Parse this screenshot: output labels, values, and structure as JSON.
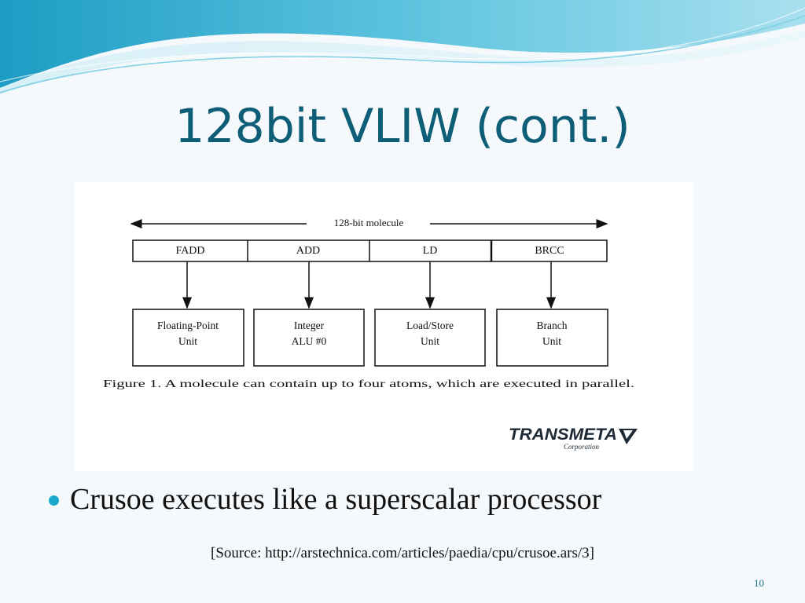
{
  "slide": {
    "title": "128bit VLIW (cont.)",
    "page_number": "10"
  },
  "figure": {
    "molecule_label": "128-bit molecule",
    "atoms": [
      "FADD",
      "ADD",
      "LD",
      "BRCC"
    ],
    "units": [
      {
        "line1": "Floating-Point",
        "line2": "Unit"
      },
      {
        "line1": "Integer",
        "line2": "ALU #0"
      },
      {
        "line1": "Load/Store",
        "line2": "Unit"
      },
      {
        "line1": "Branch",
        "line2": "Unit"
      }
    ],
    "caption": "Figure 1.  A molecule can contain up to four atoms, which are executed in parallel.",
    "logo_name": "TRANSMETA",
    "logo_sub": "Corporation"
  },
  "bullets": [
    "Crusoe executes like a superscalar processor"
  ],
  "source": "[Source: http://arstechnica.com/articles/paedia/cpu/crusoe.ars/3]",
  "colors": {
    "title": "#0f5e78",
    "bullet": "#1aa9cc",
    "wave_dark": "#2aa7c9",
    "wave_light": "#bfe6f2"
  }
}
